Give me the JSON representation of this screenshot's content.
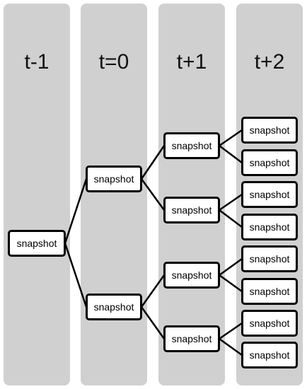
{
  "columns": [
    "t-1",
    "t=0",
    "t+1",
    "t+2"
  ],
  "node_label": "snapshot",
  "tree": {
    "label": "snapshot",
    "children": [
      {
        "label": "snapshot",
        "children": [
          {
            "label": "snapshot",
            "children": [
              {
                "label": "snapshot",
                "children": []
              },
              {
                "label": "snapshot",
                "children": []
              }
            ]
          },
          {
            "label": "snapshot",
            "children": [
              {
                "label": "snapshot",
                "children": []
              },
              {
                "label": "snapshot",
                "children": []
              }
            ]
          }
        ]
      },
      {
        "label": "snapshot",
        "children": [
          {
            "label": "snapshot",
            "children": [
              {
                "label": "snapshot",
                "children": []
              },
              {
                "label": "snapshot",
                "children": []
              }
            ]
          },
          {
            "label": "snapshot",
            "children": [
              {
                "label": "snapshot",
                "children": []
              },
              {
                "label": "snapshot",
                "children": []
              }
            ]
          }
        ]
      }
    ]
  }
}
